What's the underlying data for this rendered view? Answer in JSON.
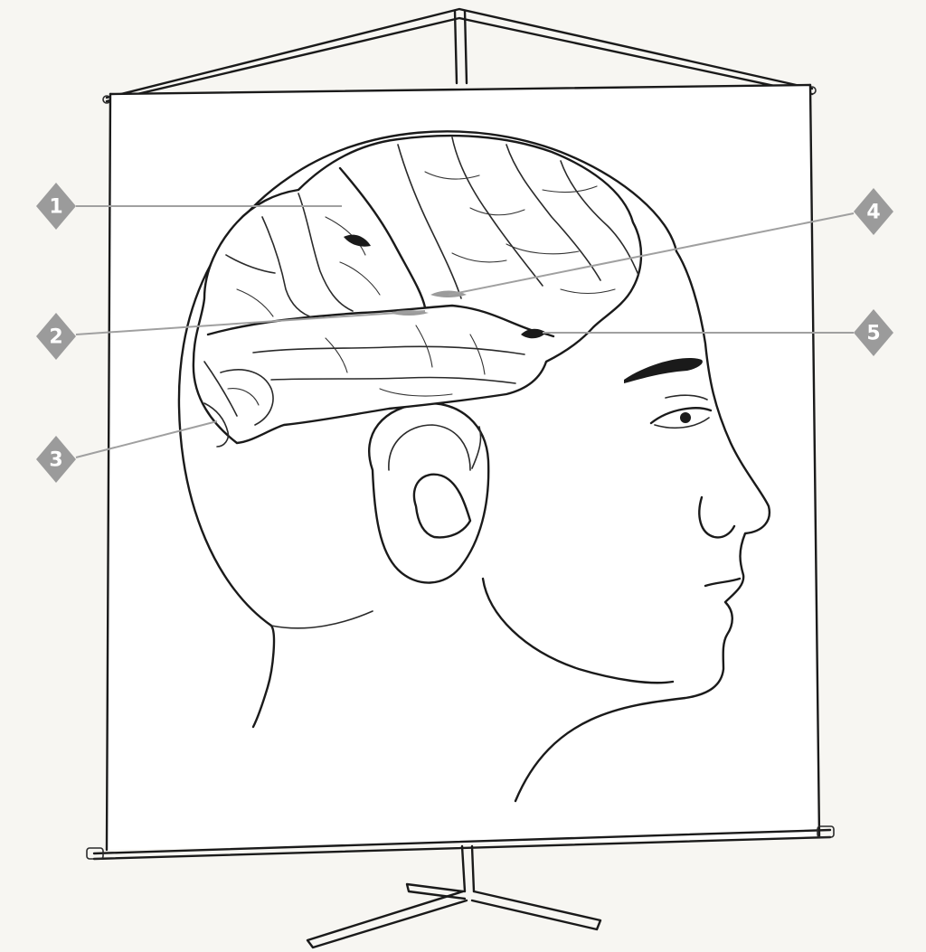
{
  "markers": [
    {
      "number": "1",
      "target": "frontal-lobe"
    },
    {
      "number": "2",
      "target": "temporal-lobe"
    },
    {
      "number": "3",
      "target": "cerebellum"
    },
    {
      "number": "4",
      "target": "central-sulcus"
    },
    {
      "number": "5",
      "target": "lateral-sulcus"
    }
  ],
  "colors": {
    "ink": "#1a1a1a",
    "marker": "#9b9b9b",
    "leader": "#a0a0a0",
    "background": "#f7f6f2",
    "board": "#ffffff"
  }
}
